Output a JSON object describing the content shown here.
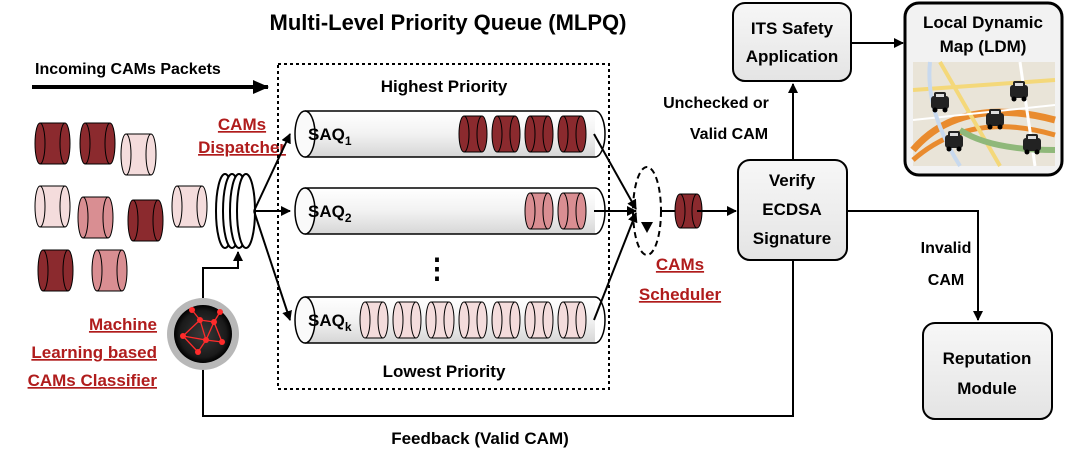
{
  "title": "Multi-Level Priority Queue (MLPQ)",
  "incoming_label": "Incoming CAMs Packets",
  "dispatcher": {
    "line1": "CAMs",
    "line2": "Dispatcher"
  },
  "classifier": {
    "line1": "Machine",
    "line2": "Learning based",
    "line3": "CAMs Classifier"
  },
  "highest_priority": "Highest Priority",
  "lowest_priority": "Lowest Priority",
  "queues": [
    {
      "base": "SAQ",
      "sub": "1",
      "packets": 4,
      "color": "#8b2a2e"
    },
    {
      "base": "SAQ",
      "sub": "2",
      "packets": 2,
      "color": "#d98e92"
    },
    {
      "base": "SAQ",
      "sub": "k",
      "packets": 7,
      "color": "#f4dcdc"
    }
  ],
  "ellipsis": "⋮",
  "scheduler": {
    "line1": "CAMs",
    "line2": "Scheduler"
  },
  "verify": {
    "line1": "Verify",
    "line2": "ECDSA",
    "line3": "Signature"
  },
  "its_app": {
    "line1": "ITS Safety",
    "line2": "Application"
  },
  "ldm": {
    "line1": "Local Dynamic",
    "line2": "Map (LDM)"
  },
  "unchecked": {
    "line1": "Unchecked or",
    "line2": "Valid CAM"
  },
  "invalid": {
    "line1": "Invalid",
    "line2": "CAM"
  },
  "reputation": {
    "line1": "Reputation",
    "line2": "Module"
  },
  "feedback": "Feedback (Valid CAM)",
  "colors": {
    "dark": "#8b2a2e",
    "medium": "#d98e92",
    "light": "#f4dcdc",
    "accent": "#b01c1c",
    "box": "#f0f0f0"
  }
}
